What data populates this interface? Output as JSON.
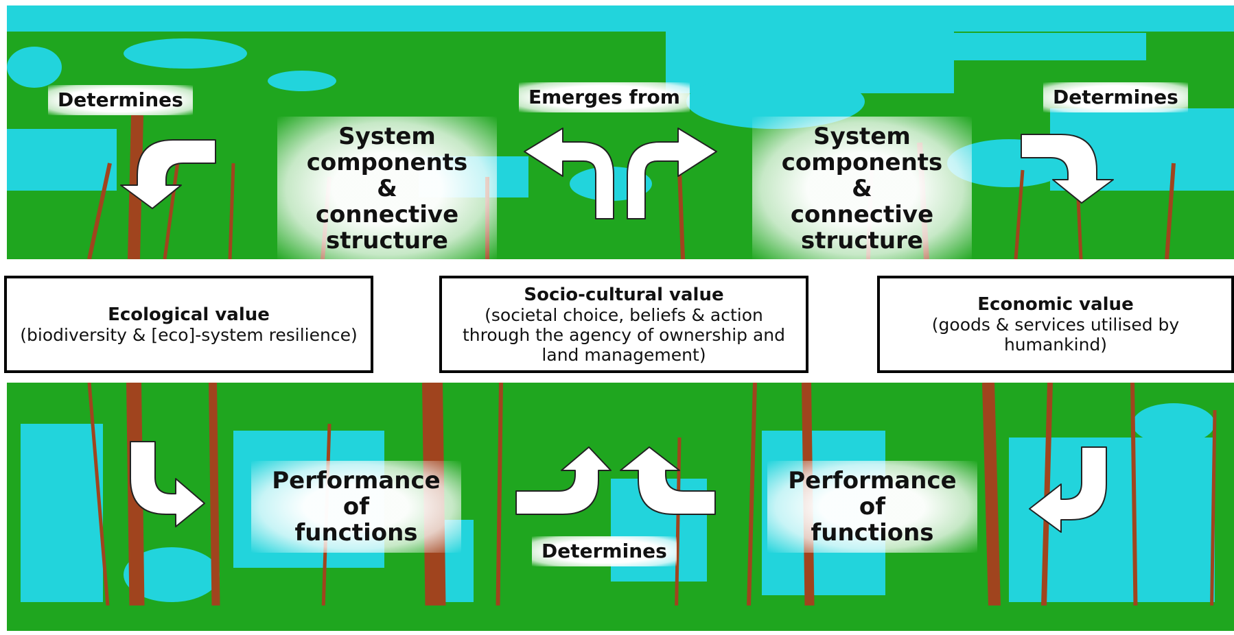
{
  "colors": {
    "foliage": "#1fa61f",
    "sky": "#22d4dc",
    "trunk": "#a0441e",
    "box_border": "#000000"
  },
  "top_labels": {
    "determines_left": "Determines",
    "emerges_from": "Emerges from",
    "determines_right": "Determines"
  },
  "system_components": {
    "left": [
      "System",
      "components",
      "&",
      "connective",
      "structure"
    ],
    "right": [
      "System",
      "components",
      "&",
      "connective",
      "structure"
    ]
  },
  "values": {
    "ecological": {
      "title": "Ecological value",
      "desc": "(biodiversity & [eco]-system resilience)"
    },
    "socio_cultural": {
      "title": "Socio-cultural value",
      "desc": "(societal choice, beliefs & action through the agency of ownership and land management)"
    },
    "economic": {
      "title": "Economic value",
      "desc": "(goods & services utilised by humankind)"
    }
  },
  "performance": {
    "left": [
      "Performance",
      "of",
      "functions"
    ],
    "right": [
      "Performance",
      "of",
      "functions"
    ]
  },
  "bottom_labels": {
    "determines_bottom": "Determines"
  }
}
